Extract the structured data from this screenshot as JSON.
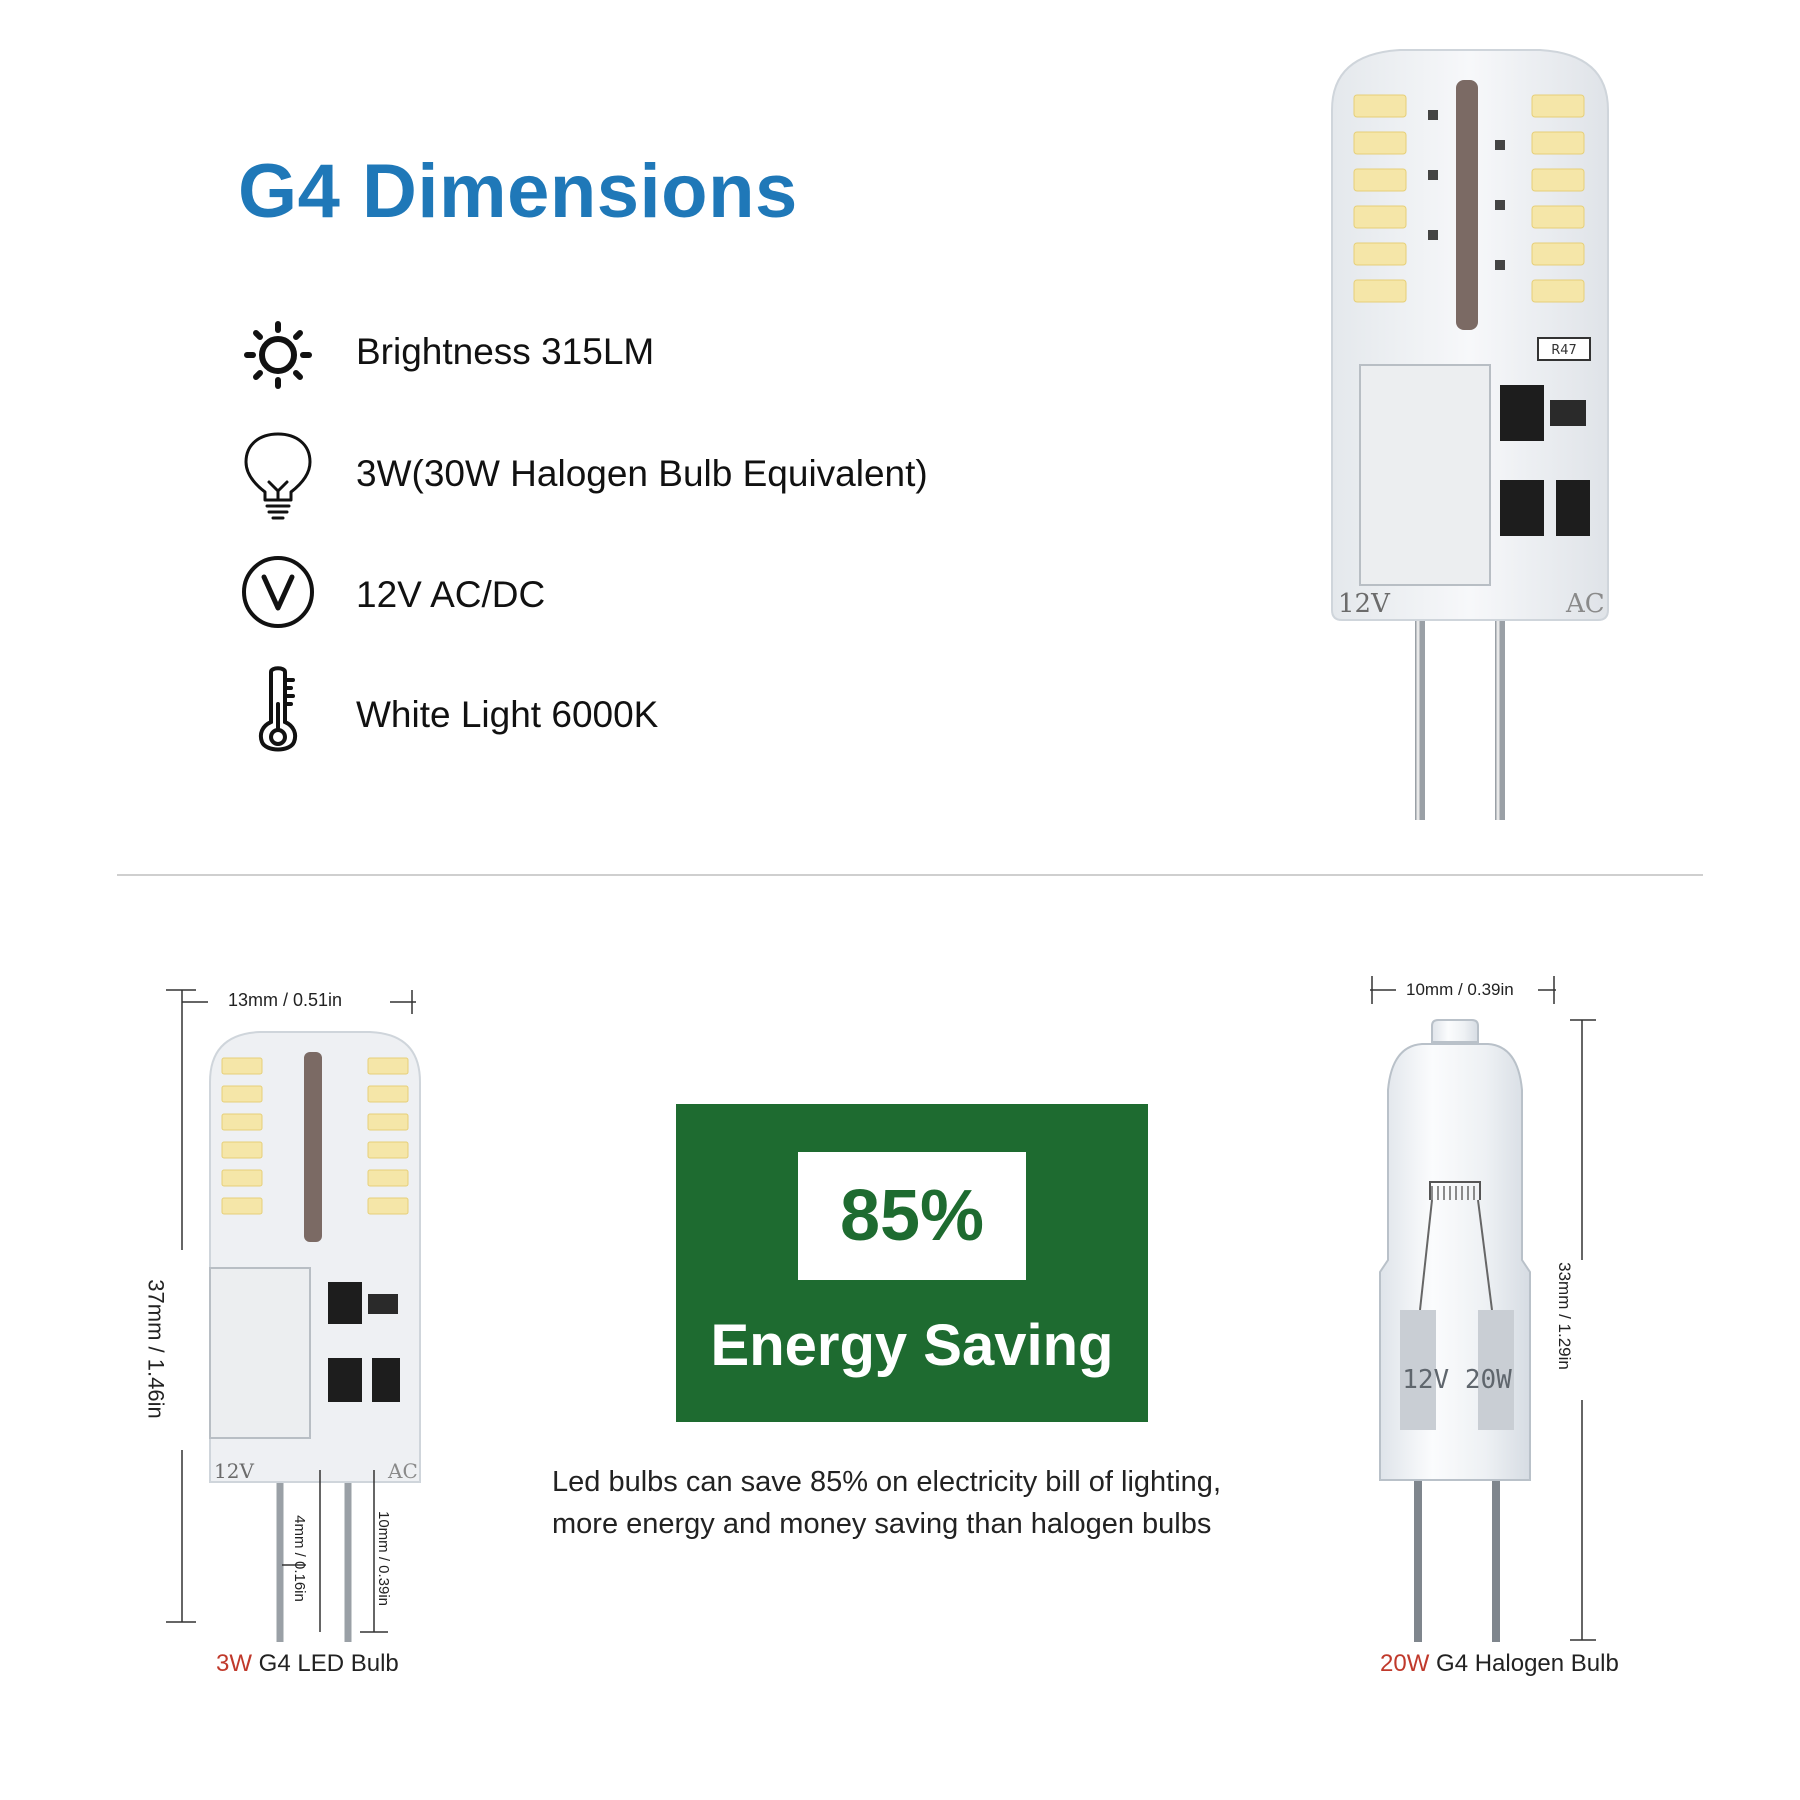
{
  "header": {
    "title": "G4 Dimensions"
  },
  "features": [
    {
      "icon": "sun-icon",
      "text": "Brightness 315LM"
    },
    {
      "icon": "lightbulb-icon",
      "text": "3W(30W Halogen Bulb Equivalent)"
    },
    {
      "icon": "voltage-icon",
      "text": "12V AC/DC"
    },
    {
      "icon": "thermometer-icon",
      "text": "White Light 6000K"
    }
  ],
  "bulb_markings": {
    "left": "12V",
    "right": "AC",
    "resistor": "R47"
  },
  "halogen_marking": "12V 20W",
  "energy": {
    "percent": "85%",
    "label": "Energy Saving",
    "desc_line1": "Led bulbs can save 85% on electricity bill of lighting,",
    "desc_line2": "more energy and money saving than halogen bulbs",
    "box_color": "#1e6b30"
  },
  "led_bulb": {
    "width_label": "13mm / 0.51in",
    "height_label": "37mm / 1.46in",
    "pin_spacing_label": "4mm / 0.16in",
    "pin_length_label": "10mm / 0.39in",
    "caption_accent": "3W",
    "caption_rest": " G4 LED Bulb"
  },
  "halogen_bulb": {
    "width_label": "10mm / 0.39in",
    "height_label": "33mm / 1.29in",
    "caption_accent": "20W",
    "caption_rest": " G4 Halogen Bulb"
  },
  "colors": {
    "title_blue": "#1f78b8",
    "accent_red": "#c0392b"
  }
}
